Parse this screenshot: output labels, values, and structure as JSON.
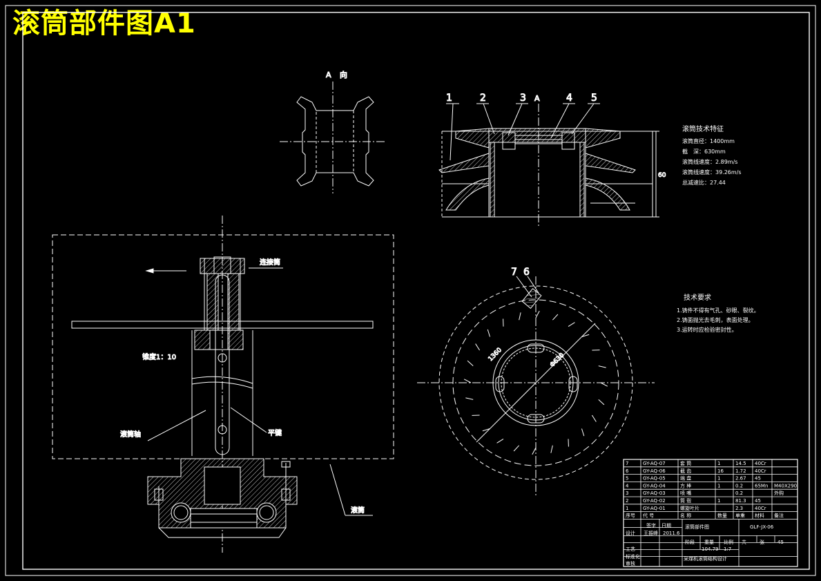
{
  "page_title": "滚筒部件图A1",
  "colors": {
    "background": "#000000",
    "line": "#ffffff",
    "title": "#ffff00"
  },
  "view_a": {
    "label_a": "A",
    "label_dir": "向"
  },
  "section_view": {
    "balloons": [
      "1",
      "2",
      "3",
      "4",
      "5"
    ],
    "section_mark": "A",
    "height_dim": "60"
  },
  "tech_specs": {
    "heading": "滚筒技术特征",
    "lines": [
      "滚筒直径：1400mm",
      "截　深：630mm",
      "滚筒线速度：2.89m/s",
      "滚筒线速度：39.26m/s",
      "总减速比：27.44"
    ]
  },
  "shaft_view": {
    "label_connect": "连接筒",
    "label_taper": "锥度1：10",
    "label_shaft": "滚筒轴",
    "label_key": "平键",
    "label_drum": "滚筒"
  },
  "plan_view": {
    "balloons": [
      "7",
      "6"
    ],
    "dim_outer": "1360",
    "dim_inner": "Φ630"
  },
  "tech_requirements": {
    "heading": "技术要求",
    "lines": [
      "1.铸件不得有气孔、砂眼、裂纹。",
      "2.铸面抛光去毛刺，表面处理。",
      "3.运转时应检验密封性。"
    ]
  },
  "bom": {
    "rows": [
      [
        "7",
        "GY-AQ-07",
        "套 筒",
        "1",
        "14.5",
        "40Cr",
        ""
      ],
      [
        "6",
        "GY-AQ-06",
        "截 齿",
        "16",
        "1.72",
        "40Cr",
        ""
      ],
      [
        "5",
        "GY-AQ-05",
        "端 盘",
        "1",
        "2.67",
        "45",
        ""
      ],
      [
        "4",
        "GY-AQ-04",
        "方 棒",
        "1",
        "0.2",
        "65Mn",
        "M40X290"
      ],
      [
        "3",
        "GY-AQ-03",
        "喷 嘴",
        "",
        "0.2",
        "",
        "外购"
      ],
      [
        "2",
        "GY-AQ-02",
        "筒 毂",
        "1",
        "81.3",
        "45",
        ""
      ],
      [
        "1",
        "GY-AQ-01",
        "螺旋叶片",
        "",
        "2.3",
        "40Cr",
        ""
      ]
    ],
    "header": [
      "序号",
      "代 号",
      "名 称",
      "数量",
      "单重",
      "材料",
      "备注"
    ]
  },
  "title_block": {
    "sign_label": "签字",
    "date_label": "日期",
    "drawing_name": "滚筒部件图",
    "drawing_code": "GLF-JX-06",
    "design_label": "设计",
    "designer": "王振峰",
    "date": "2011.6",
    "stage_label": "阶段",
    "weight_label": "重量",
    "scale_label": "比例",
    "craft_label": "工艺",
    "weight": "104.79",
    "scale": "1:7",
    "sheet_label": "共",
    "sheet_of": "张",
    "sheet_no": "45",
    "std_label": "标准化",
    "approve_label": "审核",
    "school": "采煤机滚筒结构设计"
  }
}
